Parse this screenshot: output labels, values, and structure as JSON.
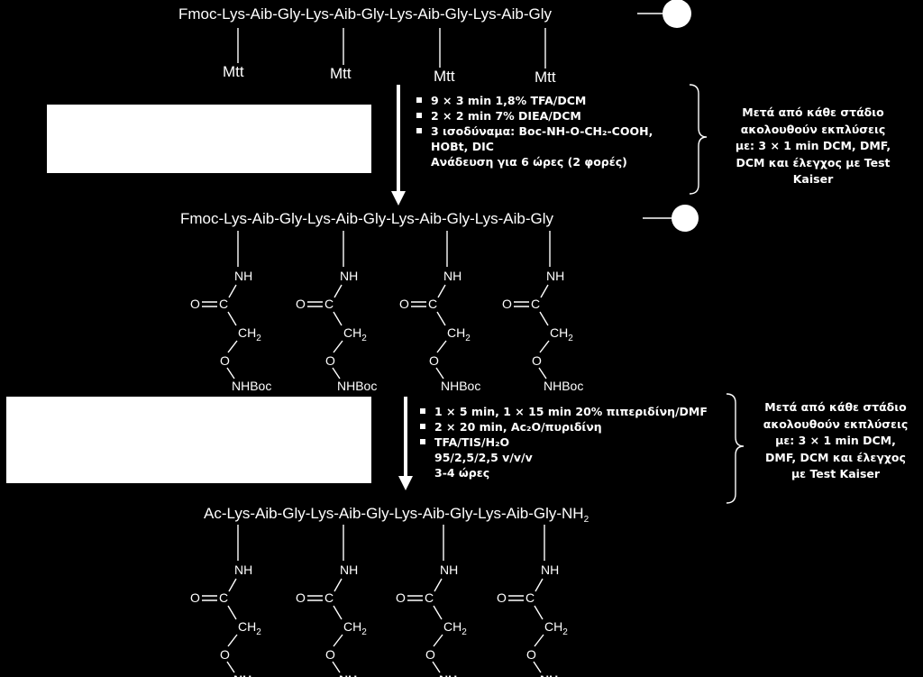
{
  "sequences": {
    "top": "Fmoc-Lys-Aib-Gly-Lys-Aib-Gly-Lys-Aib-Gly-Lys-Aib-Gly",
    "middle": "Fmoc-Lys-Aib-Gly-Lys-Aib-Gly-Lys-Aib-Gly-Lys-Aib-Gly",
    "bottom": "Ac-Lys-Aib-Gly-Lys-Aib-Gly-Lys-Aib-Gly-Lys-Aib-Gly-NH",
    "bottom_sub": "2"
  },
  "protecting_group": "Mtt",
  "atoms": {
    "nh": "NH",
    "o_eq": "O",
    "c": "C",
    "ch": "CH",
    "ch_sub": "2",
    "o": "O",
    "nhboc": "NHBoc",
    "nh2": "NH",
    "nh2_sub": "2"
  },
  "step1": {
    "conditions": [
      "9 × 3 min 1,8% TFA/DCM",
      "2 × 2 min  7% DIEA/DCM",
      "3 ισοδύναμα: Boc-NH-O-CH₂-COOH,"
    ],
    "continuation": [
      "HOBt, DIC",
      "Ανάδευση για 6 ώρες (2 φορές)"
    ],
    "note": [
      "Μετά από κάθε στάδιο",
      "ακολουθούν εκπλύσεις",
      "με: 3 × 1 min DCM, DMF,",
      "DCM και έλεγχος με Test",
      "Kaiser"
    ]
  },
  "step2": {
    "conditions": [
      "1 × 5 min, 1 × 15 min 20%  πιπεριδίνη/DMF",
      "2 × 20 min, Ac₂O/πυριδίνη",
      "TFA/TIS/H₂O"
    ],
    "continuation": [
      "95/2,5/2,5 v/v/v",
      "3-4 ώρες"
    ],
    "note": [
      "Μετά από κάθε στάδιο",
      "ακολουθούν εκπλύσεις",
      "με: 3 × 1 min DCM,",
      "DMF, DCM και έλεγχος",
      "με Test Kaiser"
    ]
  },
  "colors": {
    "background": "#000000",
    "foreground": "#ffffff"
  }
}
